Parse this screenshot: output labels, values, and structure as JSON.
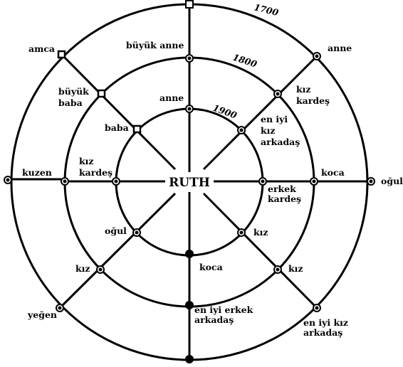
{
  "center": "RUTH",
  "years": {
    "inner": "1900",
    "middle": "1800",
    "outer": "1700"
  },
  "labels": {
    "anne_inner": "anne",
    "baba": "baba",
    "buyuk_baba": [
      "büyük",
      "baba"
    ],
    "buyuk_anne": "büyük anne",
    "amca": "amca",
    "anne_outer": "anne",
    "kiz_kardes_ne": [
      "kız",
      "kardeş"
    ],
    "en_iyi_kiz_arkadas_inner": [
      "en iyi",
      "kız",
      "arkadaş"
    ],
    "kuzen": "kuzen",
    "kiz_kardes_w": [
      "kız",
      "kardeş"
    ],
    "koca_east": "koca",
    "ogul_east": "oğul",
    "erkek_kardes": [
      "erkek",
      "kardeş"
    ],
    "ogul_sw": "oğul",
    "kiz_sw": "kız",
    "yegen": "yeğen",
    "kiz_se_inner": "kız",
    "kiz_se_middle": "kız",
    "en_iyi_kiz_arkadas_outer": [
      "en iyi kız",
      "arkadaş"
    ],
    "koca_south": "koca",
    "en_iyi_erkek_arkadas": [
      "en iyi erkek",
      "arkadaş"
    ]
  },
  "colors": {
    "ink": "#000000",
    "paper": "#ffffff"
  }
}
